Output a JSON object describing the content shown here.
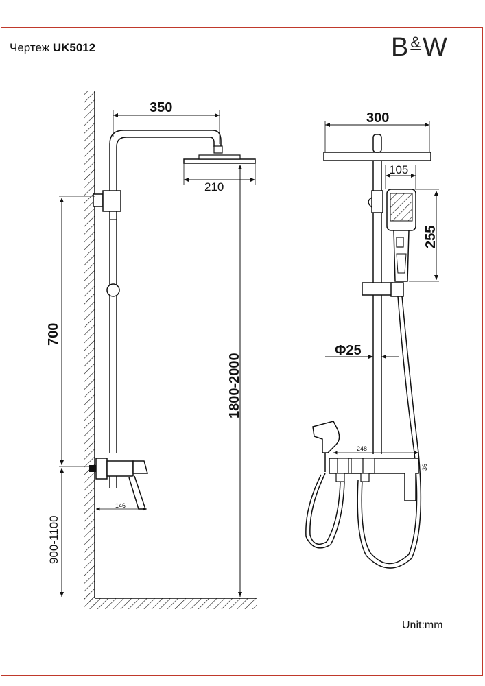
{
  "header": {
    "drawing_label": "Чертеж",
    "model": "UK5012",
    "brand_left": "B",
    "brand_amp": "&",
    "brand_right": "W"
  },
  "footer": {
    "unit": "Unit:mm"
  },
  "side_view": {
    "dims": {
      "arm_length": "350",
      "head_width": "210",
      "bar_span": "700",
      "mixer_height": "900-1100",
      "total_height": "1800-2000",
      "mixer_depth": "146"
    }
  },
  "front_view": {
    "dims": {
      "head_width": "300",
      "hand_shower_width": "105",
      "hand_shower_height": "255",
      "pipe_diameter": "Φ25",
      "mixer_width": "248",
      "mixer_height": "36"
    }
  }
}
